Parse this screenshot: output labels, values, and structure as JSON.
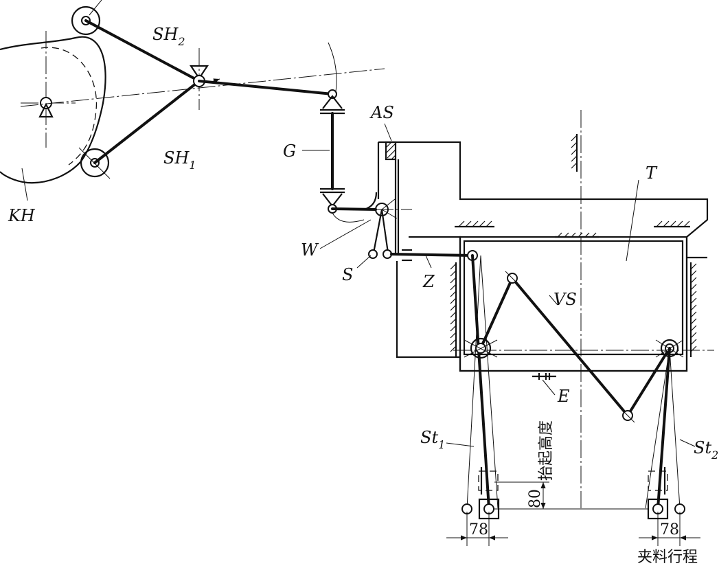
{
  "labels": {
    "sh2_base": "SH",
    "sh2_sub": "2",
    "sh1_base": "SH",
    "sh1_sub": "1",
    "kh": "KH",
    "g": "G",
    "as": "AS",
    "w": "W",
    "s": "S",
    "z": "Z",
    "t": "T",
    "vs": "VS",
    "e": "E",
    "st1_base": "St",
    "st1_sub": "1",
    "st2_base": "St",
    "st2_sub": "2"
  },
  "dimensions": {
    "lift_height_value": "80",
    "lift_height_text": "抬起高度",
    "left_stroke": "78",
    "right_stroke": "78",
    "clamp_stroke_text": "夹料行程"
  }
}
